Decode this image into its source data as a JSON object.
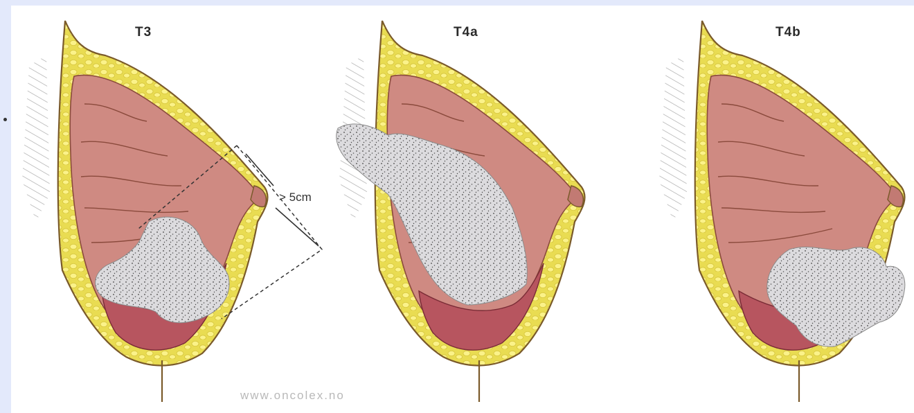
{
  "panels": [
    {
      "stage": "T3"
    },
    {
      "stage": "T4a"
    },
    {
      "stage": "T4b"
    }
  ],
  "measurement": "> 5cm",
  "watermark": "www.oncolex.no",
  "colors": {
    "background": "#e3e9fb",
    "outline": "#7a5a2a",
    "fat": "#f2e64a",
    "gland": "#cf8a82",
    "muscle": "#b7555f",
    "tumor": "#d9d9dc"
  }
}
